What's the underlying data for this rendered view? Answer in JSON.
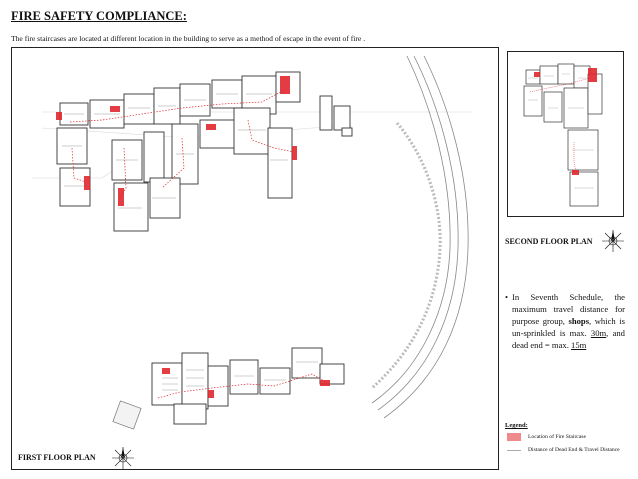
{
  "header": {
    "title": "FIRE SAFETY COMPLIANCE:",
    "subtitle": "The fire staircases are located at different location in the building to serve as a method of escape in the event of fire ."
  },
  "plans": {
    "first_floor_label": "FIRST FLOOR PLAN",
    "second_floor_label": "SECOND FLOOR PLAN"
  },
  "note": {
    "bullet": "•",
    "part1": "In Seventh Schedule, the maximum travel distance for purpose group,",
    "shops": "shops",
    "part2": ", which is un-sprinkled is max.",
    "dist1": "30m",
    "part3": ", and dead end = max.",
    "dist2": "15m"
  },
  "legend": {
    "title": "Legend:",
    "items": [
      {
        "label": "Location of Fire Staircase",
        "color": "#ef8a8d"
      },
      {
        "label": "Distance of Dead End & Travel Distance"
      }
    ]
  },
  "colors": {
    "fire_staircase": "#e0282f",
    "travel_distance": "#e0282f",
    "line": "#333333"
  }
}
